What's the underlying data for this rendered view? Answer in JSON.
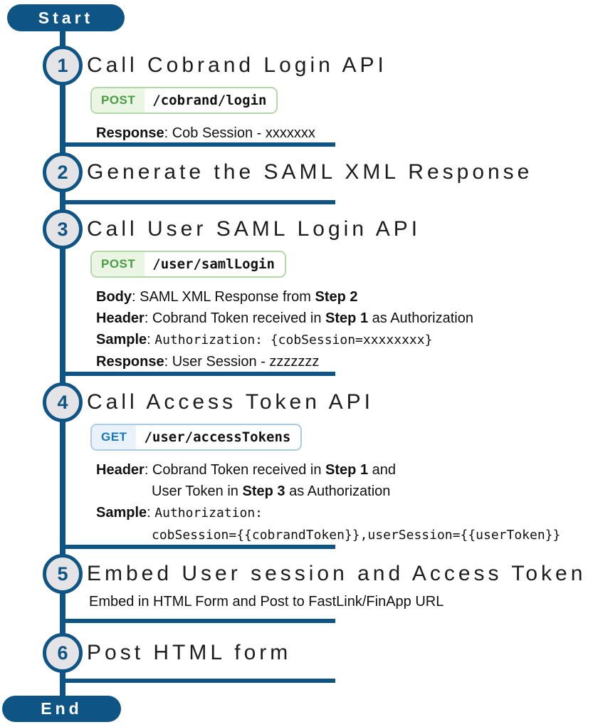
{
  "colors": {
    "accent": "#0e5484",
    "circle_fill": "#e4e4e6",
    "post_text": "#4a9d45",
    "post_bg": "#eaf5e3",
    "post_border": "#b4d8a6",
    "get_text": "#1878be",
    "get_bg": "#e9f1fb",
    "get_border": "#a9cbe8"
  },
  "flow": {
    "start_label": "Start",
    "end_label": "End",
    "steps": [
      {
        "number": "1",
        "title": "Call Cobrand Login API",
        "api": {
          "method": "POST",
          "path": "/cobrand/login",
          "kind": "post"
        },
        "details": [
          {
            "segments": [
              {
                "text": "Response",
                "bold": true
              },
              {
                "text": ": Cob Session - xxxxxxx"
              }
            ]
          }
        ]
      },
      {
        "number": "2",
        "title": "Generate the SAML XML Response"
      },
      {
        "number": "3",
        "title": "Call User SAML Login API",
        "api": {
          "method": "POST",
          "path": "/user/samlLogin",
          "kind": "post"
        },
        "details": [
          {
            "segments": [
              {
                "text": "Body",
                "bold": true
              },
              {
                "text": ": SAML XML Response from "
              },
              {
                "text": "Step 2",
                "bold": true
              }
            ]
          },
          {
            "segments": [
              {
                "text": "Header",
                "bold": true
              },
              {
                "text": ": Cobrand Token received in "
              },
              {
                "text": "Step 1",
                "bold": true
              },
              {
                "text": " as Authorization"
              }
            ]
          },
          {
            "segments": [
              {
                "text": "Sample",
                "bold": true
              },
              {
                "text": ": "
              },
              {
                "text": "Authorization: {cobSession=xxxxxxxx}",
                "mono": true
              }
            ]
          },
          {
            "segments": [
              {
                "text": "Response",
                "bold": true
              },
              {
                "text": ": User Session - zzzzzzz"
              }
            ]
          }
        ]
      },
      {
        "number": "4",
        "title": "Call Access Token API",
        "api": {
          "method": "GET",
          "path": "/user/accessTokens",
          "kind": "get"
        },
        "details": [
          {
            "segments": [
              {
                "text": "Header",
                "bold": true
              },
              {
                "text": ": Cobrand Token received in "
              },
              {
                "text": "Step 1",
                "bold": true
              },
              {
                "text": " and"
              }
            ]
          },
          {
            "indent": true,
            "segments": [
              {
                "text": "User Token in "
              },
              {
                "text": "Step 3",
                "bold": true
              },
              {
                "text": " as Authorization"
              }
            ]
          },
          {
            "segments": [
              {
                "text": "Sample",
                "bold": true
              },
              {
                "text": ": "
              },
              {
                "text": "Authorization:",
                "mono": true
              }
            ]
          },
          {
            "indent": true,
            "segments": [
              {
                "text": "cobSession={{cobrandToken}},userSession={{userToken}}",
                "mono": true
              }
            ]
          }
        ]
      },
      {
        "number": "5",
        "title": "Embed User session and Access Token",
        "subtitle": "Embed in HTML Form and Post to FastLink/FinApp URL"
      },
      {
        "number": "6",
        "title": "Post HTML form"
      }
    ]
  }
}
